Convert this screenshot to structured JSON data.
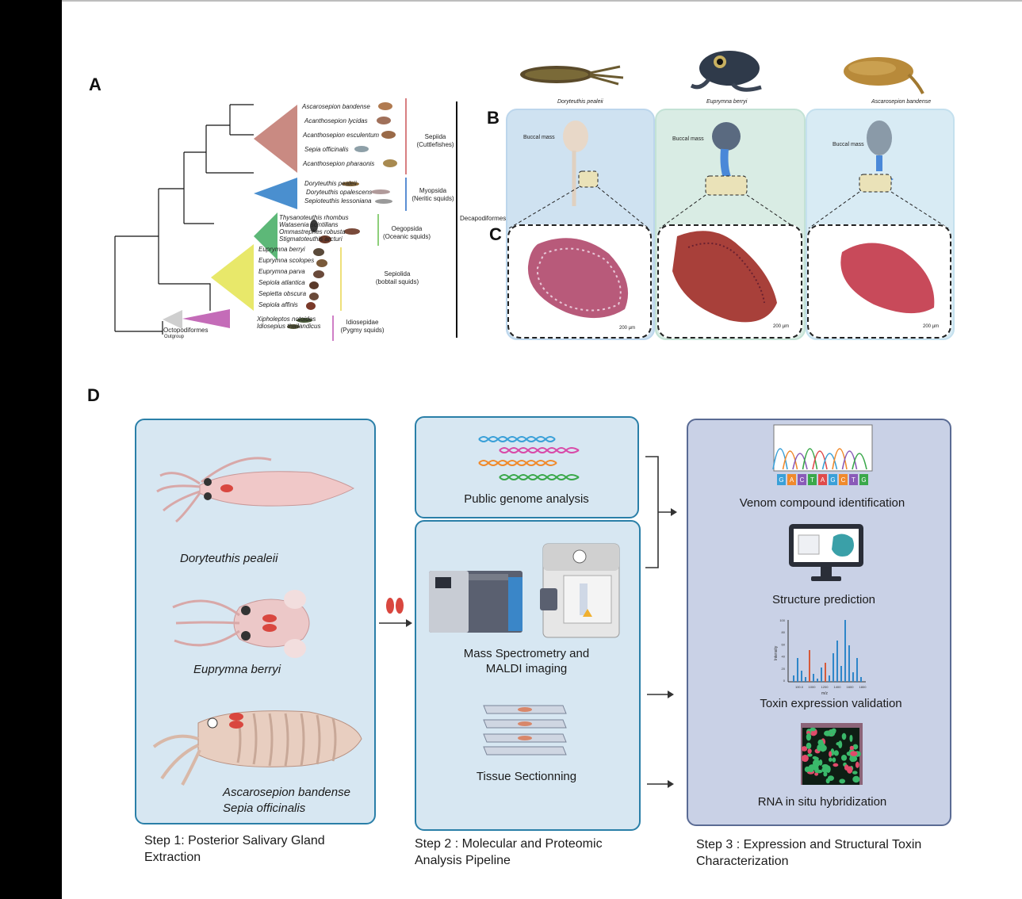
{
  "panel_labels": {
    "a": "A",
    "b": "B",
    "c": "C",
    "d": "D"
  },
  "tree": {
    "species": [
      "Ascarosepion bandense",
      "Acanthosepion lycidas",
      "Acanthosepion esculentum",
      "Sepia officinalis",
      "Acanthosepion pharaonis",
      "Doryteuthis pealeii",
      "Doryteuthis opalescens",
      "Sepioteuthis lessoniana",
      "Thysanoteuthis rhombus",
      "Watasenia scintillans",
      "Ommastrephes robusta",
      "Stigmatoteuthis arcturi",
      "Euprymna berryi",
      "Euprymna scolopes",
      "Euprymna parva",
      "Sepiola atlantica",
      "Sepietta obscura",
      "Sepiola affinis",
      "Xipholeptos notoides",
      "Idiosepius thailandicus"
    ],
    "groups": {
      "sepiida": "Sepiida\n(Cuttlefishes)",
      "myopsida": "Myopsida\n(Neritic squids)",
      "oegopsida": "Oegopsida\n(Oceanic squids)",
      "sepiolida": "Sepiolida\n(bobtail squids)",
      "idiosepida": "Idiosepidae\n(Pygmy squids)",
      "decapodiformes": "Decapodiformes",
      "octopodiformes": "Octopodiformes",
      "outgroup": "Outgroup"
    },
    "colors": {
      "sepiida": "#c98a82",
      "myopsida": "#4a8fcf",
      "oegopsida": "#5db878",
      "sepiolida": "#e8e86a",
      "idiosepida": "#c46cb8",
      "bar_sepiida": "#d87f82",
      "bar_myopsida": "#5b8fd3",
      "bar_oegopsida": "#8ecf7a",
      "bar_sepiolida": "#eee07a",
      "bar_idiosepida": "#cf7ec6"
    }
  },
  "panel_b": {
    "species": [
      "Doryteuthis pealeii",
      "Euprymna berryi",
      "Ascarosepion bandense"
    ],
    "buccal_label": "Buccal mass"
  },
  "panel_c": {
    "scale_bars": [
      "200 µm",
      "200 µm",
      "200 µm"
    ]
  },
  "panel_d": {
    "step1": {
      "species": [
        "Doryteuthis pealeii",
        "Euprymna berryi",
        "Ascarosepion bandense",
        "Sepia officinalis"
      ],
      "caption_line1": "Step 1: Posterior Salivary Gland",
      "caption_line2": "Extraction"
    },
    "step2": {
      "genome_label": "Public genome analysis",
      "ms_line1": "Mass Spectrometry and",
      "ms_line2": "MALDI imaging",
      "tissue_label": "Tissue Sectionning",
      "caption_line1": "Step 2 : Molecular and Proteomic",
      "caption_line2": "Analysis Pipeline"
    },
    "step3": {
      "items": [
        "Venom compound identification",
        "Structure prediction",
        "Toxin expression validation",
        "RNA in situ hybridization"
      ],
      "caption_line1": "Step 3 : Expression and Structural Toxin",
      "caption_line2": "Characterization",
      "dna_letters": [
        "G",
        "A",
        "C",
        "T",
        "A",
        "G",
        "C",
        "T",
        "G"
      ],
      "chromatogram_colors": [
        "#3aa0d8",
        "#f08a2c",
        "#8a5ab8",
        "#3aa84a",
        "#e04a4a"
      ],
      "ms_colors": {
        "blue": "#2f86c9",
        "red": "#d65a3a"
      },
      "ms_axis": {
        "xlabel": "m/z",
        "ylabel": "Intensity",
        "yticks": [
          "100",
          "80",
          "60",
          "40",
          "20",
          "0"
        ],
        "xticks": [
          "100.0",
          "1000",
          "1200",
          "1400",
          "1600",
          "1800"
        ]
      }
    },
    "gland_color": "#d9473f"
  }
}
